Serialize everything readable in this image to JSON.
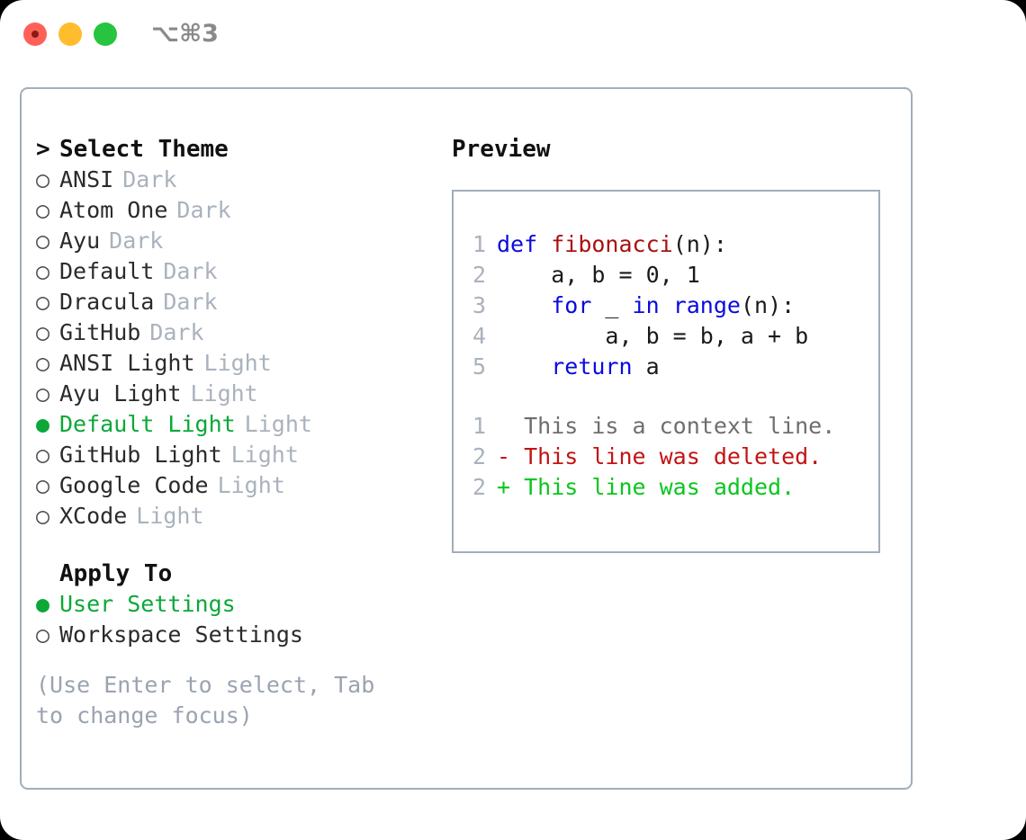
{
  "window": {
    "shortcut": "⌥⌘3",
    "traffic_lights": [
      {
        "name": "close",
        "color": "#ff6159"
      },
      {
        "name": "minimize",
        "color": "#ffbd2e"
      },
      {
        "name": "zoom",
        "color": "#26c43f"
      }
    ]
  },
  "colors": {
    "selected_green": "#0ba838",
    "muted": "#aab2bd",
    "help": "#9aa3b0",
    "border": "#a3adbb",
    "keyword_blue": "#0a0ae0",
    "function_red": "#a81010",
    "diff_delete": "#c21414",
    "diff_add": "#0ac61f",
    "context_gray": "#6e6e6e"
  },
  "theme_section": {
    "caret": ">",
    "title": "Select Theme",
    "marker_selected": "●",
    "marker_unselected": "○",
    "items": [
      {
        "name": "ANSI",
        "category": "Dark",
        "selected": false
      },
      {
        "name": "Atom One",
        "category": "Dark",
        "selected": false
      },
      {
        "name": "Ayu",
        "category": "Dark",
        "selected": false
      },
      {
        "name": "Default",
        "category": "Dark",
        "selected": false
      },
      {
        "name": "Dracula",
        "category": "Dark",
        "selected": false
      },
      {
        "name": "GitHub",
        "category": "Dark",
        "selected": false
      },
      {
        "name": "ANSI Light",
        "category": "Light",
        "selected": false
      },
      {
        "name": "Ayu Light",
        "category": "Light",
        "selected": false
      },
      {
        "name": "Default Light",
        "category": "Light",
        "selected": true
      },
      {
        "name": "GitHub Light",
        "category": "Light",
        "selected": false
      },
      {
        "name": "Google Code",
        "category": "Light",
        "selected": false
      },
      {
        "name": "XCode",
        "category": "Light",
        "selected": false
      }
    ]
  },
  "apply_section": {
    "title": "Apply To",
    "items": [
      {
        "name": "User Settings",
        "selected": true
      },
      {
        "name": "Workspace Settings",
        "selected": false
      }
    ]
  },
  "help_text": "(Use Enter to select, Tab to change focus)",
  "preview": {
    "title": "Preview",
    "code_lines": [
      {
        "no": "1",
        "tokens": [
          {
            "t": "def ",
            "c": "kw"
          },
          {
            "t": "fibonacci",
            "c": "fn"
          },
          {
            "t": "(n):",
            "c": "pl"
          }
        ]
      },
      {
        "no": "2",
        "tokens": [
          {
            "t": "    a, b = 0, 1",
            "c": "pl"
          }
        ]
      },
      {
        "no": "3",
        "tokens": [
          {
            "t": "    ",
            "c": "pl"
          },
          {
            "t": "for",
            "c": "kw"
          },
          {
            "t": " _ ",
            "c": "pl"
          },
          {
            "t": "in",
            "c": "kw"
          },
          {
            "t": " ",
            "c": "pl"
          },
          {
            "t": "range",
            "c": "kw"
          },
          {
            "t": "(n):",
            "c": "pl"
          }
        ]
      },
      {
        "no": "4",
        "tokens": [
          {
            "t": "        a, b = b, a + b",
            "c": "pl"
          }
        ]
      },
      {
        "no": "5",
        "tokens": [
          {
            "t": "    ",
            "c": "pl"
          },
          {
            "t": "return",
            "c": "kw"
          },
          {
            "t": " a",
            "c": "pl"
          }
        ]
      }
    ],
    "diff_lines": [
      {
        "no": "1",
        "sign": " ",
        "text": "  This is a context line.",
        "kind": "ctx"
      },
      {
        "no": "2",
        "sign": " ",
        "text": "- This line was deleted.",
        "kind": "del"
      },
      {
        "no": "2",
        "sign": " ",
        "text": "+ This line was added.",
        "kind": "add"
      }
    ]
  }
}
